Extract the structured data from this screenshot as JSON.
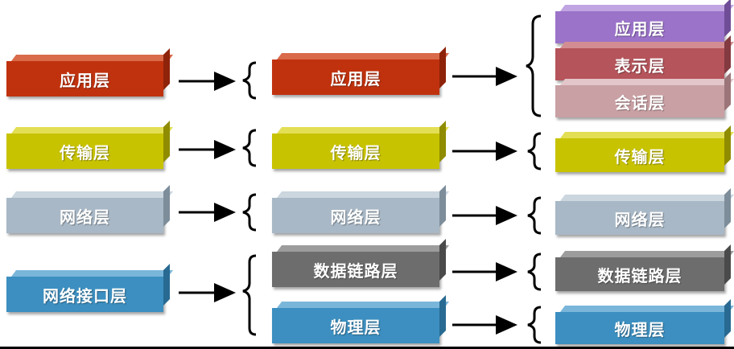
{
  "layers": {
    "app_left": "应用层",
    "app_mid": "应用层",
    "app_right": "应用层",
    "pres_right": "表示层",
    "sess_right": "会话层",
    "trans_left": "传输层",
    "trans_mid": "传输层",
    "trans_right": "传输层",
    "net_left": "网络层",
    "net_mid": "网络层",
    "net_right": "网络层",
    "netif_left": "网络接口层",
    "dl_mid": "数据链路层",
    "dl_right": "数据链路层",
    "phy_mid": "物理层",
    "phy_right": "物理层"
  },
  "colors": {
    "application": "#c0320e",
    "presentation_purple": "#9b73c9",
    "presentation": "#b5545b",
    "session": "#c9a0a4",
    "transport": "#c8c300",
    "network": "#a8b8c6",
    "network_interface": "#3c8fc0",
    "datalink": "#6d6d6d",
    "physical": "#3c8fc0"
  }
}
